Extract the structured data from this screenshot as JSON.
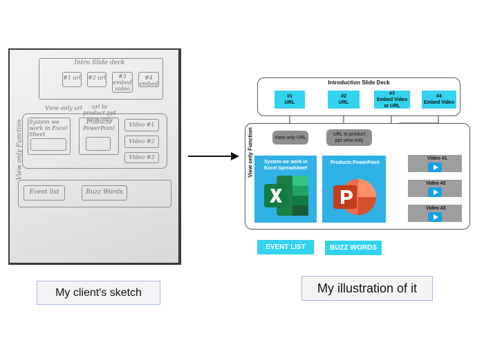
{
  "sketch": {
    "title": "Intro Slide deck",
    "side_label": "View only Function",
    "url_boxes": [
      "#1 url",
      "#2 url",
      "#3 embed video",
      "#4 embed"
    ],
    "link_note_1": "View only url",
    "link_note_2": "url to product ppt view only",
    "excel_note": "System we work in Excel Sheet",
    "ppt_note": "Products PowerPoint",
    "videos": [
      "Video #1",
      "Video #2",
      "Video #3"
    ],
    "event_list": "Event list",
    "buzz_words": "Buzz Words"
  },
  "illustration": {
    "title": "Introduction Slide Deck",
    "side_label": "View only Function",
    "top_boxes": [
      {
        "line1": "#1",
        "line2": "URL"
      },
      {
        "line1": "#2",
        "line2": "URL"
      },
      {
        "line1": "#3",
        "line2": "Embed Video or URL"
      },
      {
        "line1": "#4",
        "line2": "Embed Video"
      }
    ],
    "pill_1": "View only URL",
    "pill_2": "URL to product ppt view only",
    "panel_excel_title": "System we work in Excel Spreadsheet",
    "panel_ppt_title": "Products PowerPoint",
    "videos": [
      "Video #1",
      "Video #2",
      "Video #3"
    ],
    "event_list": "EVENT LIST",
    "buzz_words": "BUZZ WORDS"
  },
  "captions": {
    "left": "My client's sketch",
    "right": "My illustration of it"
  },
  "colors": {
    "accent_cyan": "#33d2ee",
    "excel_green": "#1e7e45",
    "ppt_red": "#d35230",
    "panel_blue": "#2fb1e6"
  }
}
